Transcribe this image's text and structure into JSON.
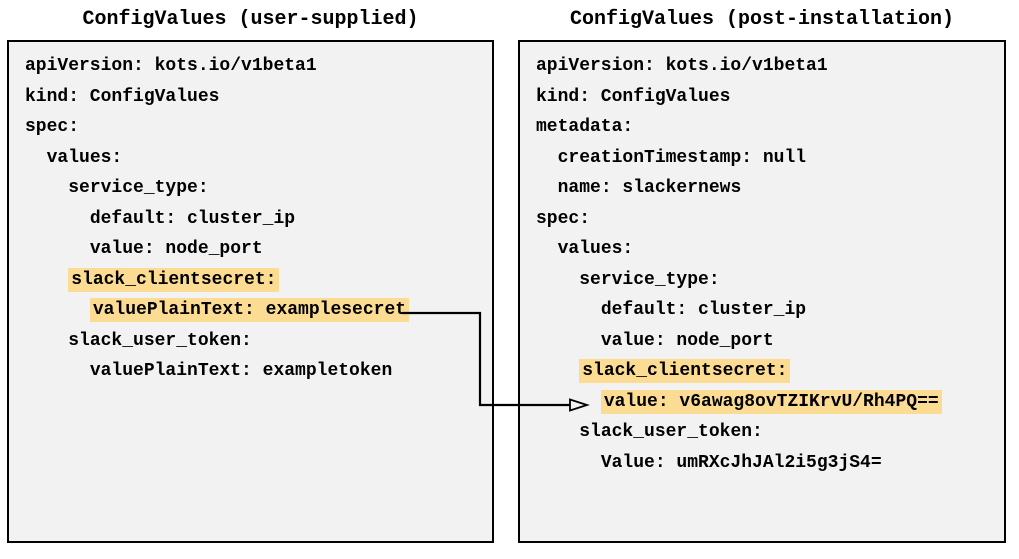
{
  "colors": {
    "highlight": "#fbdc92",
    "panel_bg": "#f2f2f2",
    "panel_border": "#000000",
    "text": "#000000",
    "page_bg": "#ffffff"
  },
  "left_panel": {
    "title": "ConfigValues (user-supplied)",
    "lines": [
      {
        "text": "apiVersion: kots.io/v1beta1",
        "highlight": false
      },
      {
        "text": "kind: ConfigValues",
        "highlight": false
      },
      {
        "text": "spec:",
        "highlight": false
      },
      {
        "text": "  values:",
        "highlight": false
      },
      {
        "text": "    service_type:",
        "highlight": false
      },
      {
        "text": "      default: cluster_ip",
        "highlight": false
      },
      {
        "text": "      value: node_port",
        "highlight": false
      },
      {
        "text": "    slack_clientsecret:",
        "highlight": true
      },
      {
        "text": "      valuePlainText: examplesecret",
        "highlight": true
      },
      {
        "text": "    slack_user_token:",
        "highlight": false
      },
      {
        "text": "      valuePlainText: exampletoken",
        "highlight": false
      }
    ]
  },
  "right_panel": {
    "title": "ConfigValues (post-installation)",
    "lines": [
      {
        "text": "apiVersion: kots.io/v1beta1",
        "highlight": false
      },
      {
        "text": "kind: ConfigValues",
        "highlight": false
      },
      {
        "text": "metadata:",
        "highlight": false
      },
      {
        "text": "  creationTimestamp: null",
        "highlight": false
      },
      {
        "text": "  name: slackernews",
        "highlight": false
      },
      {
        "text": "spec:",
        "highlight": false
      },
      {
        "text": "  values:",
        "highlight": false
      },
      {
        "text": "    service_type:",
        "highlight": false
      },
      {
        "text": "      default: cluster_ip",
        "highlight": false
      },
      {
        "text": "      value: node_port",
        "highlight": false
      },
      {
        "text": "    slack_clientsecret:",
        "highlight": true
      },
      {
        "text": "      value: v6awag8ovTZIKrvU/Rh4PQ==",
        "highlight": true
      },
      {
        "text": "    slack_user_token:",
        "highlight": false
      },
      {
        "text": "      Value: umRXcJhJAl2i5g3jS4=",
        "highlight": false
      }
    ]
  }
}
